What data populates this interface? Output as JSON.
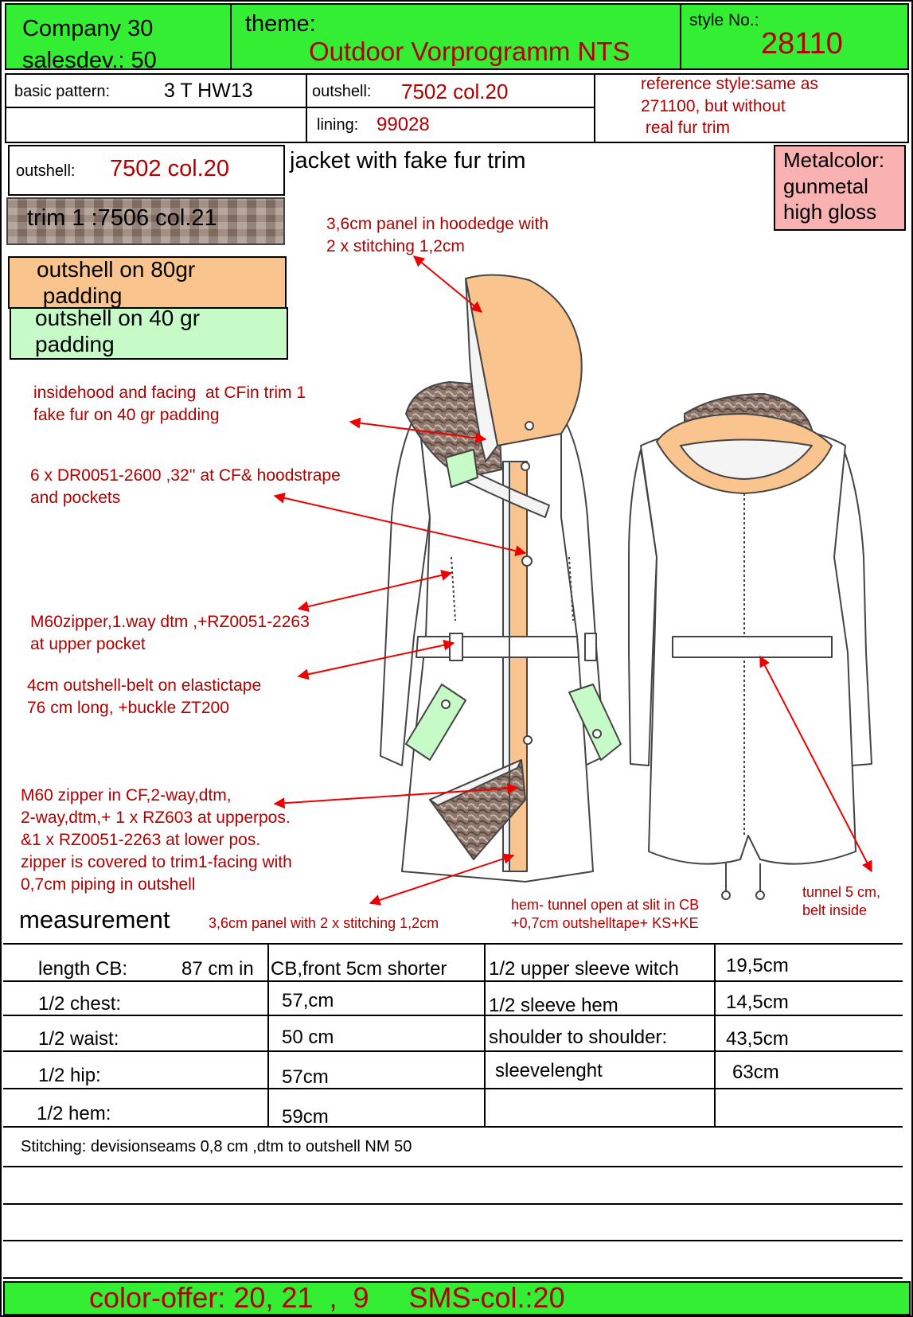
{
  "header": {
    "company": "Company 30",
    "salesdev": "salesdev.: 50",
    "theme_label": "theme:",
    "theme_value": "Outdoor Vorprogramm NTS",
    "style_label": "style No.:",
    "style_value": "28110"
  },
  "info": {
    "basic_pattern_label": "basic pattern:",
    "basic_pattern_value": "3 T HW13",
    "outshell_label": "outshell:",
    "outshell_value": "7502 col.20",
    "lining_label": "lining:",
    "lining_value": "99028",
    "reference_line1": "reference style:same as",
    "reference_line2": "271100, but without",
    "reference_line3": " real fur trim"
  },
  "legend": {
    "outshell_label": "outshell:",
    "outshell_value": "7502 col.20",
    "trim1": "trim 1 :7506 col.21",
    "padding80_line1": "outshell on 80gr",
    "padding80_line2": " padding",
    "padding40_line1": "outshell on 40 gr",
    "padding40_line2": "padding",
    "colors": {
      "orange": "#fac48e",
      "mint": "#c6fac6",
      "pink": "#f9b1b1",
      "green": "#33ee33",
      "fur": "#9a8479",
      "red_text": "#b00000"
    }
  },
  "title": "jacket with fake fur trim",
  "metalcolor": {
    "line1": "Metalcolor:",
    "line2": "gunmetal",
    "line3": "high gloss"
  },
  "annotations": {
    "hood_panel": "3,6cm panel in hoodedge with\n2 x stitching 1,2cm",
    "insidehood": "insidehood and facing  at CFin trim 1\nfake fur on 40 gr padding",
    "buttons": "6 x DR0051-2600 ,32'' at CF& hoodstrape\nand pockets",
    "m60_upper": "M60zipper,1.way dtm ,+RZ0051-2263\nat upper pocket",
    "belt": "4cm outshell-belt on elastictape\n76 cm long, +buckle ZT200",
    "m60_cf": "M60 zipper in CF,2-way,dtm,\n2-way,dtm,+ 1 x RZ603 at upperpos.\n&1 x RZ0051-2263 at lower pos.\nzipper is covered to trim1-facing with\n0,7cm piping in outshell",
    "panel_cf": "3,6cm panel with 2 x stitching 1,2cm",
    "hem_tunnel": "hem- tunnel open at slit in CB\n+0,7cm outshelltape+ KS+KE",
    "tunnel": "tunnel 5 cm,\nbelt inside"
  },
  "measurement": {
    "heading": "measurement",
    "rows": [
      {
        "label": "length CB:",
        "value": "87 cm in",
        "note": "CB,front 5cm shorter",
        "label2": "1/2  upper sleeve witch",
        "value2": "19,5cm"
      },
      {
        "label": "1/2  chest:",
        "value": "57,cm",
        "label2": "1/2  sleeve hem",
        "value2": "14,5cm"
      },
      {
        "label": "1/2  waist:",
        "value": "50 cm",
        "label2": "shoulder to shoulder:",
        "value2": "43,5cm"
      },
      {
        "label": "1/2  hip:",
        "value": "57cm",
        "label2": "sleevelenght",
        "value2": "63cm"
      },
      {
        "label": "1/2  hem:",
        "value": "59cm",
        "label2": "",
        "value2": ""
      }
    ],
    "stitching": "Stitching: devisionseams  0,8 cm ,dtm to outshell NM 50"
  },
  "footer": {
    "color_offer": "color-offer: 20, 21  ,  9     SMS-col.:20"
  }
}
